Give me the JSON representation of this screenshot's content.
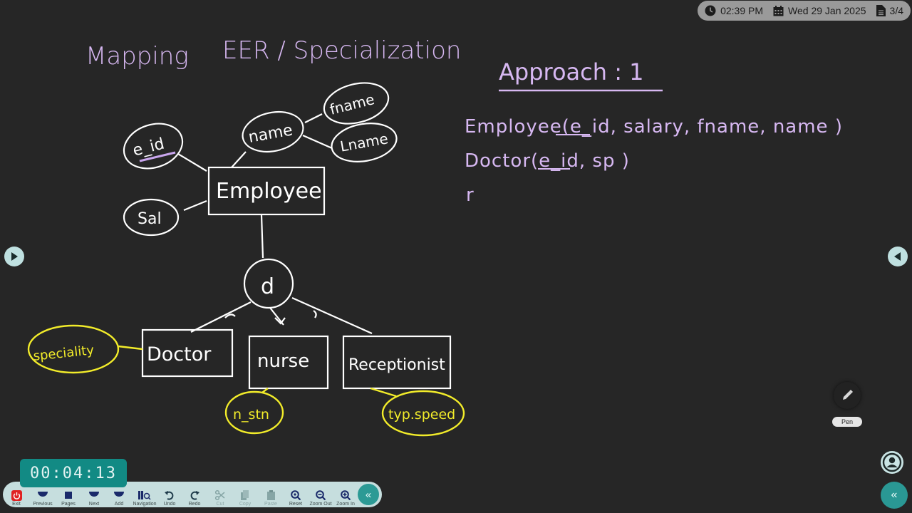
{
  "status_bar": {
    "time": "02:39 PM",
    "date": "Wed 29 Jan 2025",
    "page": "3/4",
    "icons": [
      "clock-icon",
      "calendar-icon",
      "document-icon"
    ]
  },
  "whiteboard": {
    "title_left": "Mapping",
    "title_right": "EER / Specialization",
    "er_diagram": {
      "entity": "Employee",
      "attributes": [
        "e_id",
        "Sal",
        "name",
        "fname",
        "Lname"
      ],
      "disjoint_symbol": "d",
      "subclasses": [
        "Doctor",
        "nurse",
        "Receptionist"
      ],
      "subclass_attributes": {
        "Doctor": "speciality",
        "nurse": "n_stn",
        "Receptionist": "typ.speed"
      }
    },
    "notes": {
      "heading": "Approach : 1",
      "line1": "Employee(e_id, salary, fname, name )",
      "line2": "Doctor(e_id, sp )",
      "line3": "r"
    },
    "colors": {
      "background": "#262626",
      "purple_ink": "#d7b8f2",
      "white_ink": "#ffffff",
      "yellow_ink": "#f2ec2a"
    }
  },
  "timer": {
    "value": "00:04:13"
  },
  "toolbar": {
    "items": [
      {
        "label": "Exit",
        "icon": "power-icon"
      },
      {
        "label": "Previous",
        "icon": "chevron-left-icon"
      },
      {
        "label": "Pages",
        "icon": "pages-icon"
      },
      {
        "label": "Next",
        "icon": "chevron-right-icon"
      },
      {
        "label": "Add",
        "icon": "plus-icon"
      },
      {
        "label": "Navigation",
        "icon": "navigation-icon"
      },
      {
        "label": "Undo",
        "icon": "undo-icon"
      },
      {
        "label": "Redo",
        "icon": "redo-icon"
      },
      {
        "label": "Cut",
        "icon": "scissors-icon"
      },
      {
        "label": "Copy",
        "icon": "copy-icon"
      },
      {
        "label": "Paste",
        "icon": "paste-icon"
      },
      {
        "label": "Reset",
        "icon": "zoom-reset-icon"
      },
      {
        "label": "Zoom Out",
        "icon": "zoom-out-icon"
      },
      {
        "label": "Zoom In",
        "icon": "zoom-in-icon"
      }
    ],
    "collapse_label": "«"
  },
  "pen": {
    "label": "Pen"
  },
  "fab": {
    "label": "«"
  }
}
